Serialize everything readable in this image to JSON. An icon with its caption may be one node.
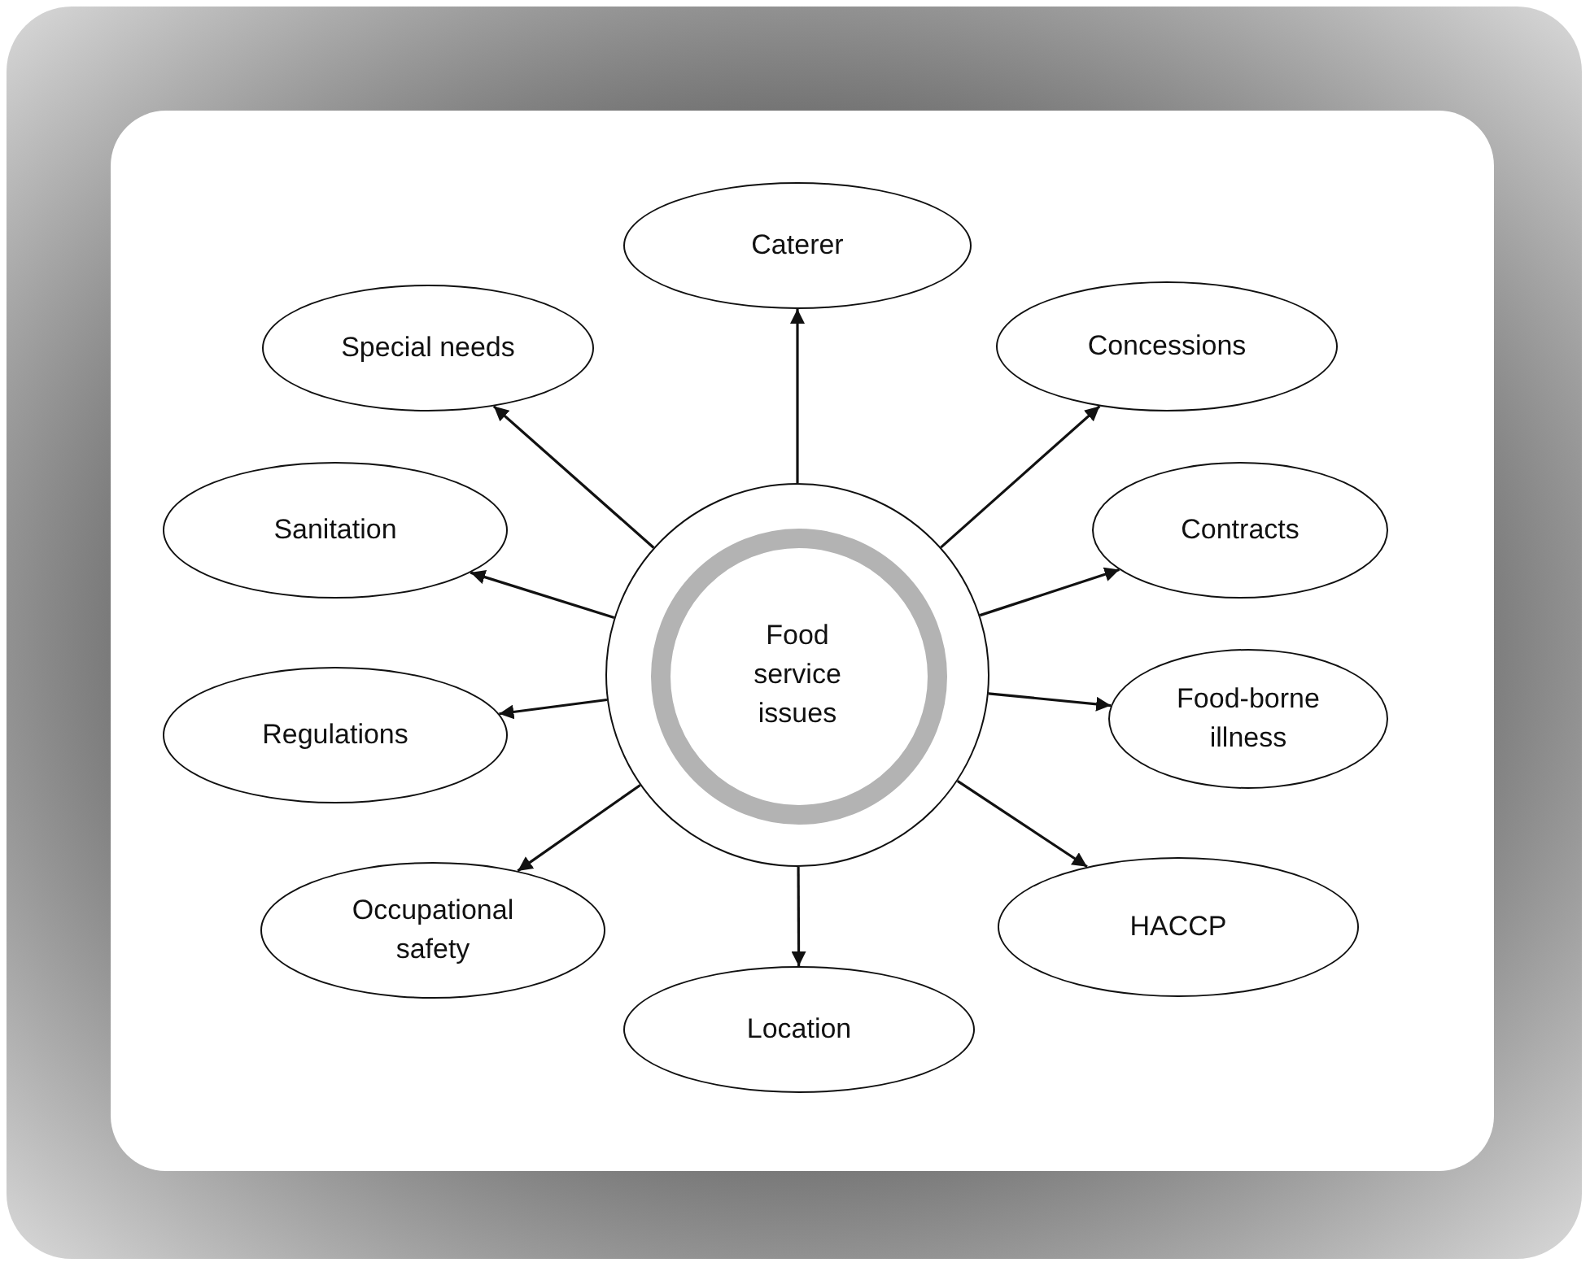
{
  "diagram": {
    "nodes": [
      {
        "text": [
          "Food service issues"
        ]
      },
      {
        "text": [
          "Caterer"
        ]
      },
      {
        "text": [
          "Concessions"
        ]
      },
      {
        "text": [
          "Contracts"
        ]
      },
      {
        "text": [
          "Food-borne illness"
        ]
      },
      {
        "text": [
          "HACCP"
        ]
      },
      {
        "text": [
          "Location"
        ]
      },
      {
        "text": [
          "Occupational safety"
        ]
      },
      {
        "text": [
          "Regulations"
        ]
      },
      {
        "text": [
          "Sanitation"
        ]
      },
      {
        "text": [
          "Special needs"
        ]
      }
    ],
    "edges": [
      {
        "from": 0,
        "to": 1,
        "arrow": "to"
      },
      {
        "from": 0,
        "to": 2,
        "arrow": "to"
      },
      {
        "from": 0,
        "to": 3,
        "arrow": "to"
      },
      {
        "from": 0,
        "to": 4,
        "arrow": "to"
      },
      {
        "from": 0,
        "to": 5,
        "arrow": "to"
      },
      {
        "from": 0,
        "to": 6,
        "arrow": "to"
      },
      {
        "from": 0,
        "to": 7,
        "arrow": "to"
      },
      {
        "from": 0,
        "to": 8,
        "arrow": "to"
      },
      {
        "from": 0,
        "to": 9,
        "arrow": "to"
      },
      {
        "from": 0,
        "to": 10,
        "arrow": "to"
      }
    ]
  }
}
